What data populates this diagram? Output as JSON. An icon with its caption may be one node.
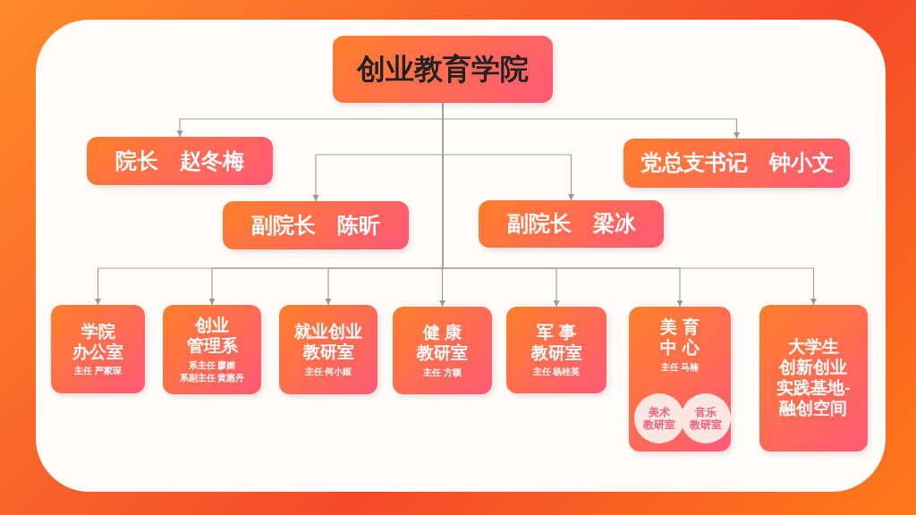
{
  "diagram": {
    "nodes": [
      {
        "text": [
          "创业教育学院"
        ]
      },
      {
        "text": [
          "院长　赵冬梅"
        ]
      },
      {
        "text": [
          "党总支书记　钟小文"
        ]
      },
      {
        "text": [
          "副院长　陈昕"
        ]
      },
      {
        "text": [
          "副院长　梁冰"
        ]
      },
      {
        "text": [
          "学院办公室",
          "主任 严家琛"
        ]
      },
      {
        "text": [
          "创业管理系",
          "系主任 廖媚",
          "系副主任 黄惠丹"
        ]
      },
      {
        "text": [
          "就业创业教研室",
          "主任 何小姬"
        ]
      },
      {
        "text": [
          "健 康教研室",
          "主任 方颖"
        ]
      },
      {
        "text": [
          "军 事教研室",
          "主任 杨桂英"
        ]
      },
      {
        "text": [
          "美 育中 心",
          "主任 马楠"
        ]
      },
      {
        "text": [
          "美术教研室"
        ],
        "in": 10
      },
      {
        "text": [
          "音乐教研室"
        ],
        "in": 10
      },
      {
        "text": [
          "大学生创新创业实践基地-融创空间"
        ]
      }
    ],
    "edges": [
      {
        "from": 0,
        "to": 1,
        "arrow": "to"
      },
      {
        "from": 0,
        "to": 2,
        "arrow": "to"
      },
      {
        "from": 0,
        "to": 3,
        "arrow": "to"
      },
      {
        "from": 0,
        "to": 4,
        "arrow": "to"
      },
      {
        "from": 0,
        "to": 5,
        "arrow": "to"
      },
      {
        "from": 0,
        "to": 6,
        "arrow": "to"
      },
      {
        "from": 0,
        "to": 7,
        "arrow": "to"
      },
      {
        "from": 0,
        "to": 8,
        "arrow": "to"
      },
      {
        "from": 0,
        "to": 9,
        "arrow": "to"
      },
      {
        "from": 0,
        "to": 10,
        "arrow": "to"
      },
      {
        "from": 0,
        "to": 13,
        "arrow": "to"
      }
    ]
  }
}
